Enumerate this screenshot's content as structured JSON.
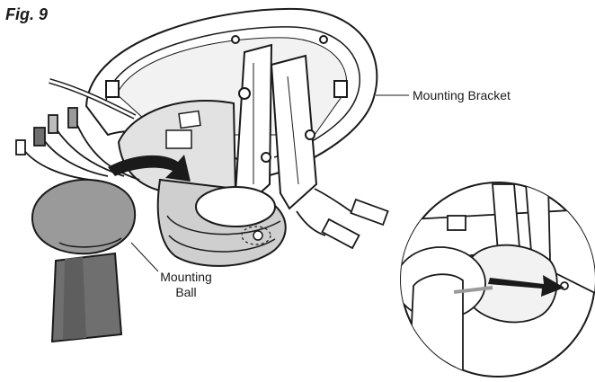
{
  "figure": {
    "title": "Fig. 9"
  },
  "callouts": {
    "mounting_bracket": "Mounting Bracket",
    "mounting_ball_line1": "Mounting",
    "mounting_ball_line2": "Ball"
  },
  "colors": {
    "ink": "#1a1a1a",
    "mid_gray": "#9a9a9a",
    "light_gray": "#d4d4d4",
    "dark_gray": "#6f6f6f"
  }
}
